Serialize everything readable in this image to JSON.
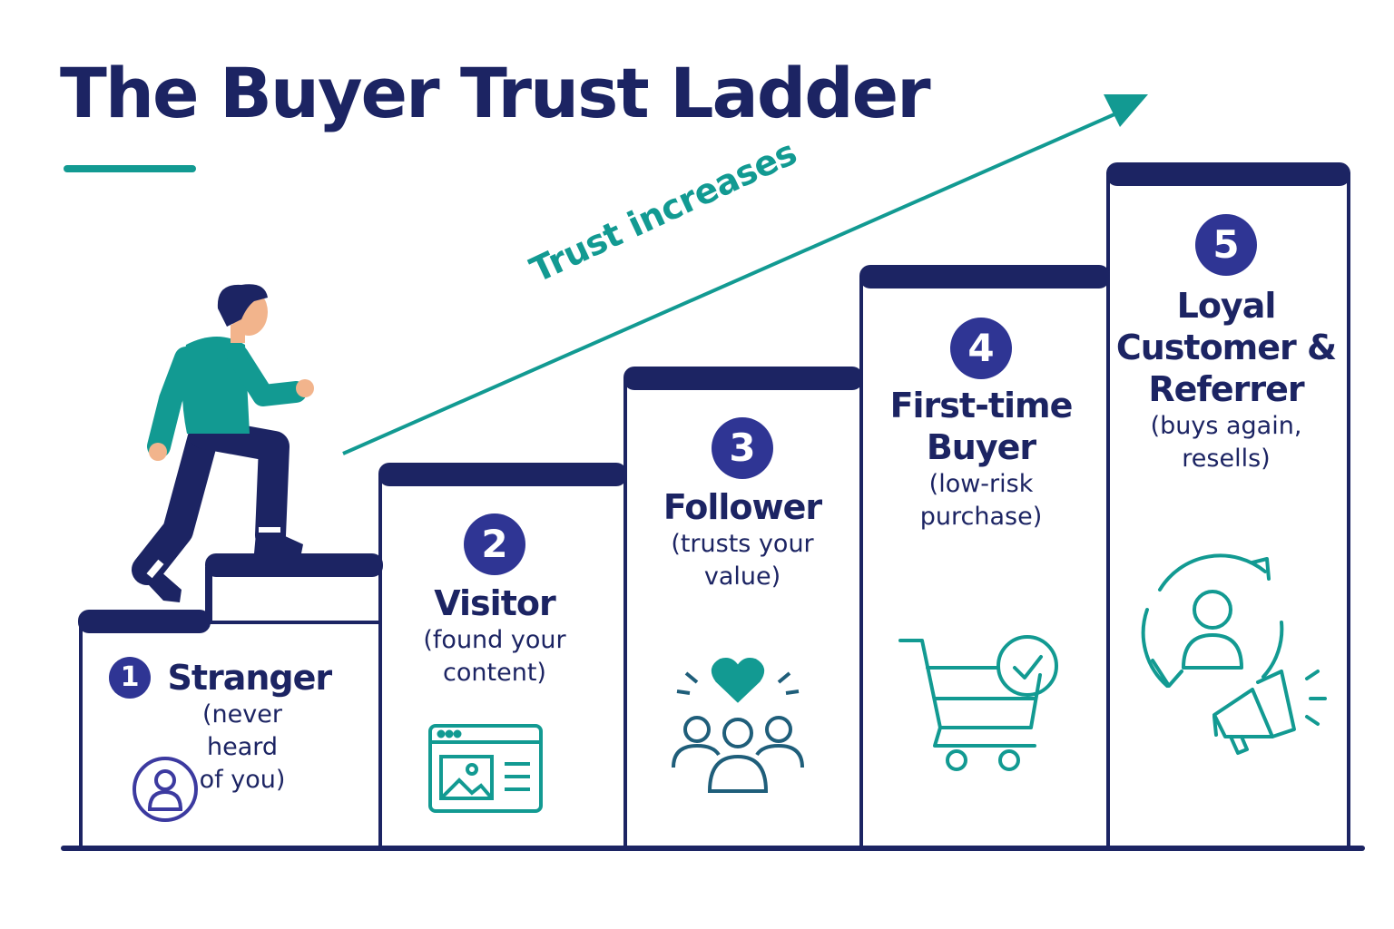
{
  "title": "The Buyer Trust Ladder",
  "arrow_label": "Trust increases",
  "colors": {
    "navy": "#1c2463",
    "teal": "#129a92",
    "badge": "#2f3594",
    "skin": "#f2b48c"
  },
  "stages": [
    {
      "number": "1",
      "name": "Stranger",
      "desc": [
        "(never heard",
        "of you)"
      ],
      "icon": "person-circle-icon"
    },
    {
      "number": "2",
      "name": "Visitor",
      "desc": [
        "(found your",
        "content)"
      ],
      "icon": "webpage-icon"
    },
    {
      "number": "3",
      "name": "Follower",
      "desc": [
        "(trusts your",
        "value)"
      ],
      "icon": "community-heart-icon"
    },
    {
      "number": "4",
      "name": [
        "First-time",
        "Buyer"
      ],
      "desc": [
        "(low-risk",
        "purchase)"
      ],
      "icon": "cart-check-icon"
    },
    {
      "number": "5",
      "name": [
        "Loyal",
        "Customer &",
        "Referrer"
      ],
      "desc": [
        "(buys again,",
        "resells)"
      ],
      "icon": "referral-megaphone-icon"
    }
  ]
}
